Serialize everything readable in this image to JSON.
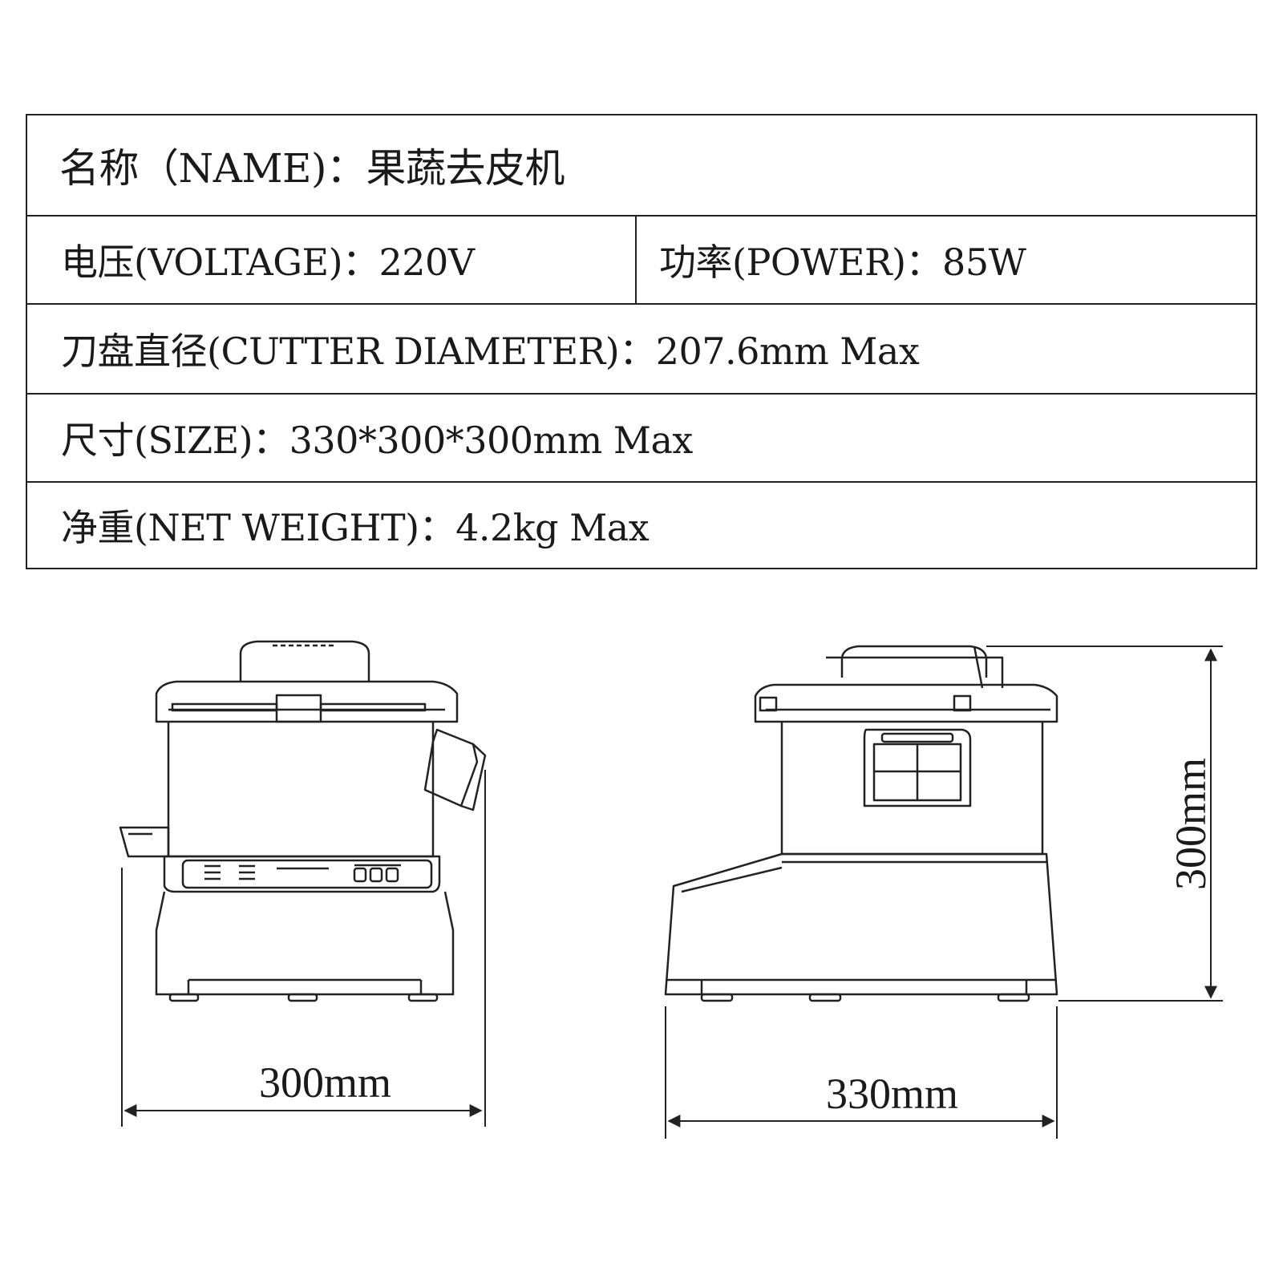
{
  "spec": {
    "name": "名称（NAME)：果蔬去皮机",
    "voltage": "电压(VOLTAGE)：220V",
    "power": "功率(POWER)：85W",
    "cutter_diameter": "刀盘直径(CUTTER DIAMETER)：207.6mm Max",
    "size": "尺寸(SIZE)：330*300*300mm Max",
    "net_weight": "净重(NET WEIGHT)：4.2kg Max"
  },
  "dimensions": {
    "front_width": "300mm",
    "side_width": "330mm",
    "height": "300mm"
  }
}
